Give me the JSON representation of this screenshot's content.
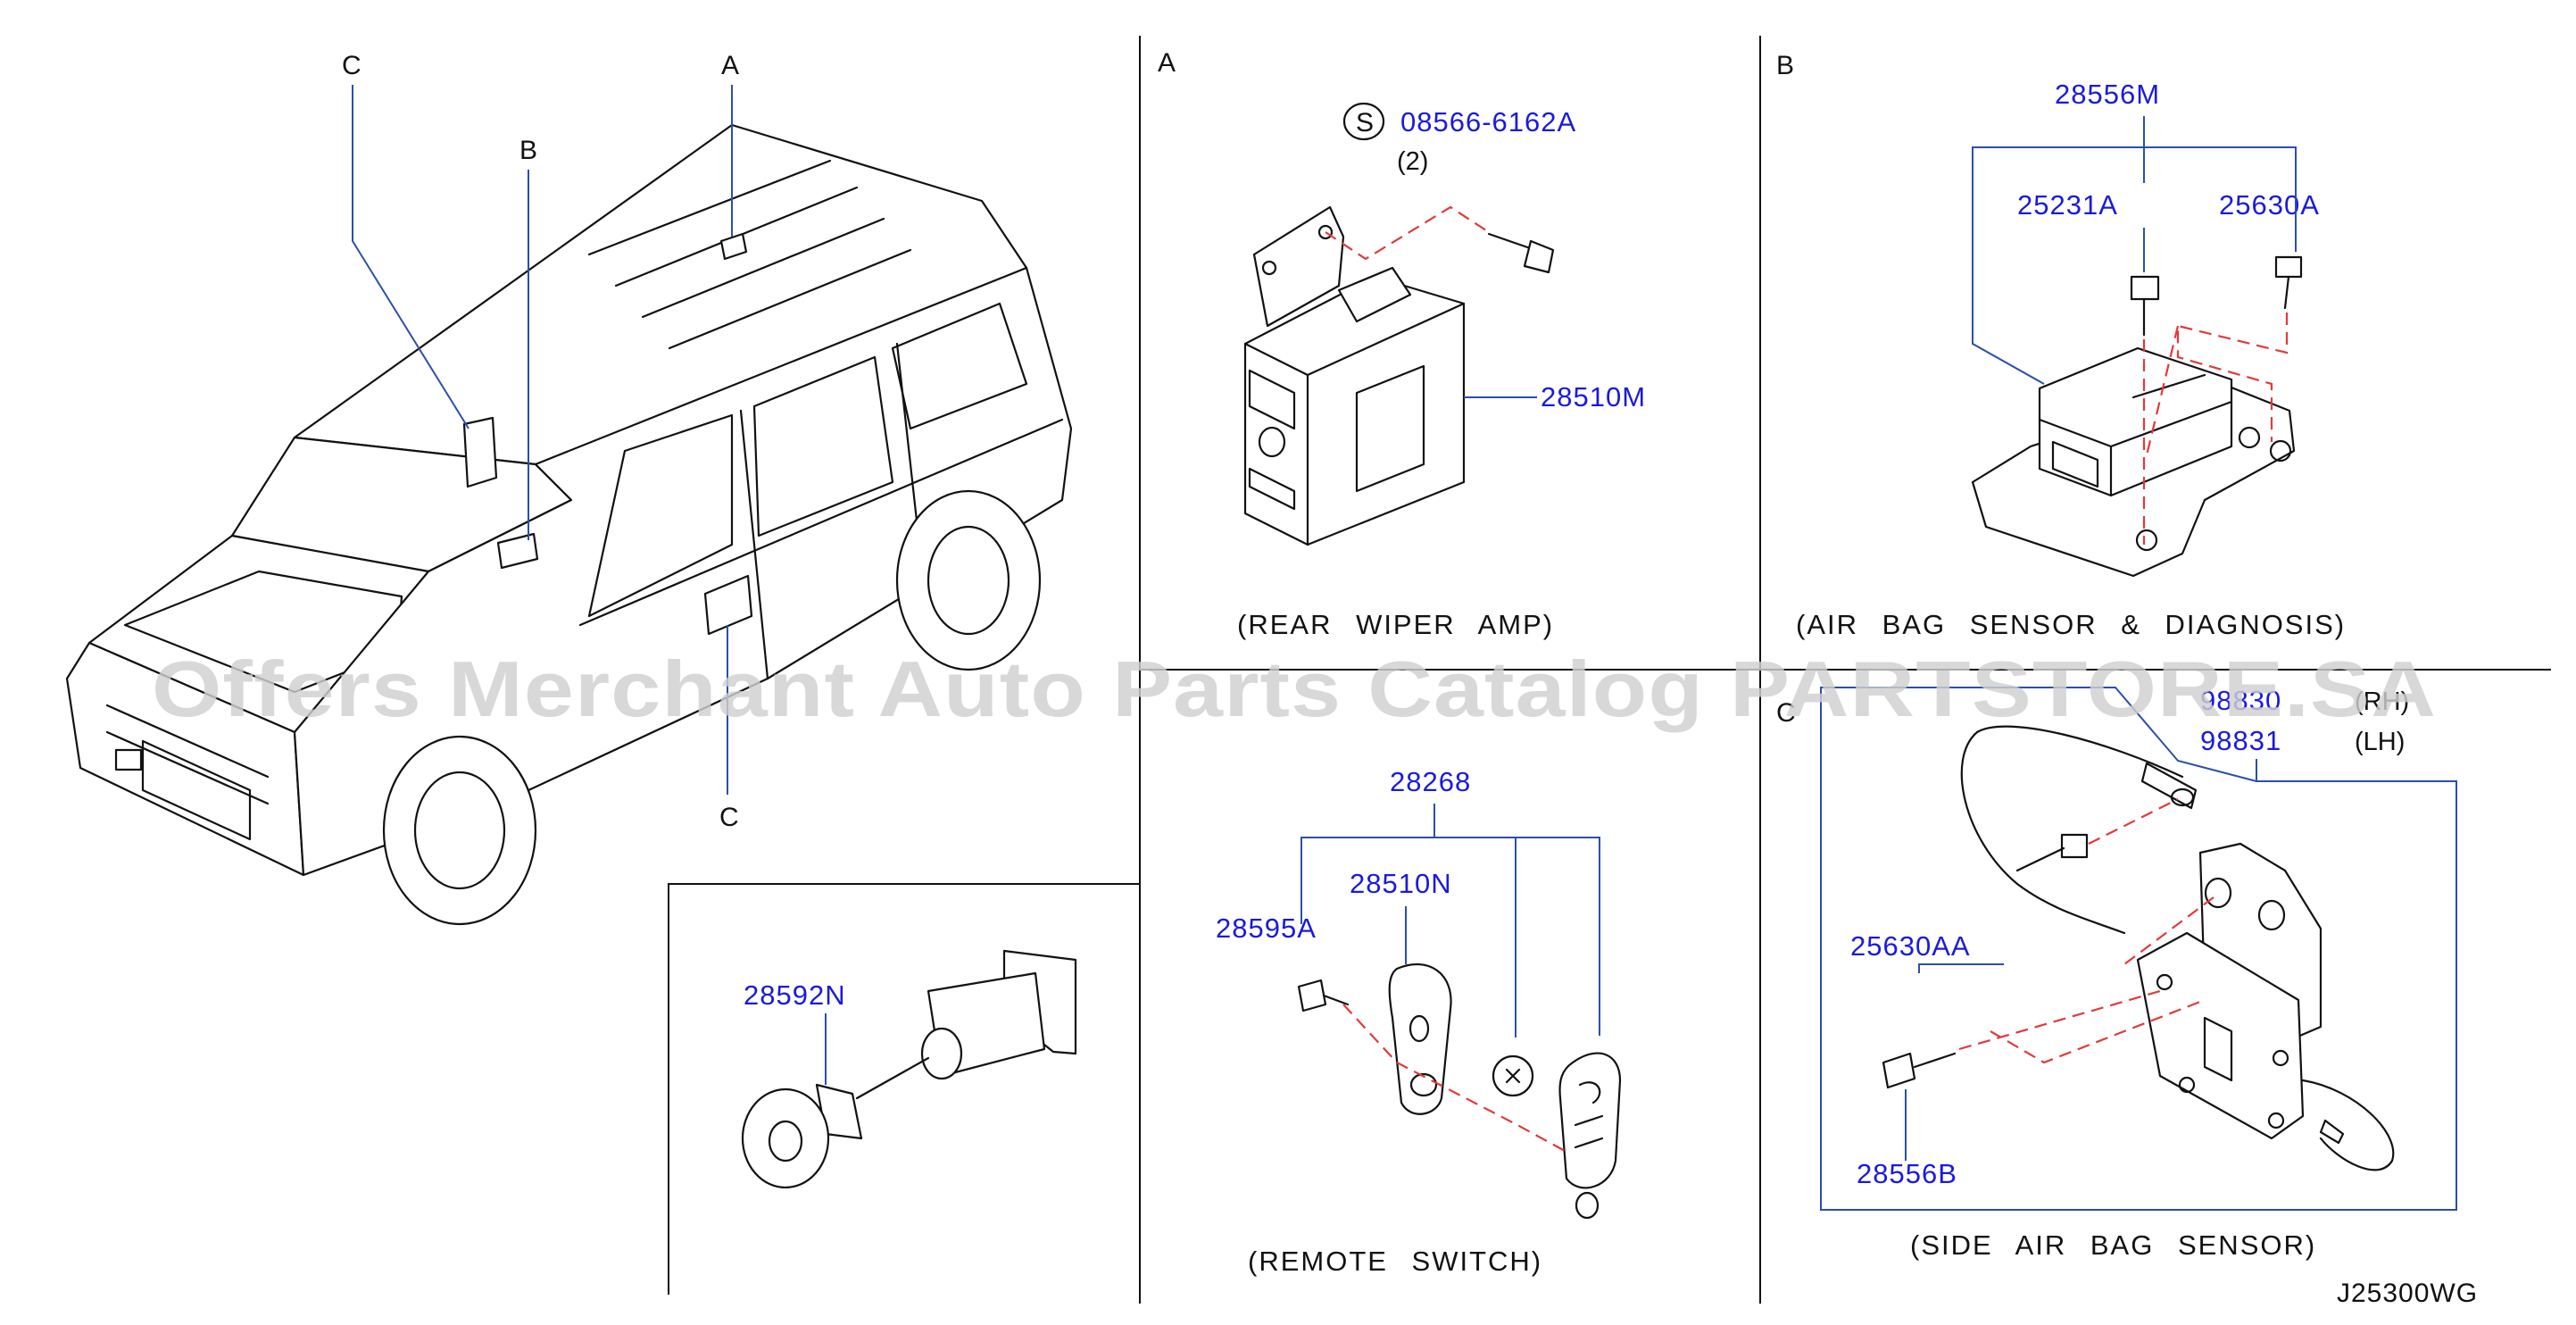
{
  "sections": {
    "vehicle": {
      "callouts": [
        "C",
        "A",
        "B",
        "C"
      ]
    },
    "A": {
      "letter": "A",
      "caption": "(REAR  WIPER  AMP)",
      "screw_symbol": "S",
      "screw_part": "08566-6162A",
      "screw_qty": "(2)",
      "amp_part": "28510M"
    },
    "B": {
      "letter": "B",
      "caption": "(AIR  BAG  SENSOR  &  DIAGNOSIS)",
      "parts": [
        "28556M",
        "25231A",
        "25630A"
      ]
    },
    "C": {
      "letter": "C",
      "caption": "(SIDE  AIR  BAG  SENSOR)",
      "parts": {
        "rh": "98830",
        "rh_note": "(RH)",
        "lh": "98831",
        "lh_note": "(LH)",
        "bolt": "25630AA",
        "screw": "28556B"
      }
    },
    "remote": {
      "caption": "(REMOTE  SWITCH)",
      "parts": {
        "assy": "28268",
        "screw": "28595A",
        "body": "28510N"
      }
    },
    "connector": {
      "part": "28592N"
    }
  },
  "watermark": "Offers Merchant Auto Parts Catalog PARTSTORE.SA",
  "diagram_code": "J25300WG"
}
